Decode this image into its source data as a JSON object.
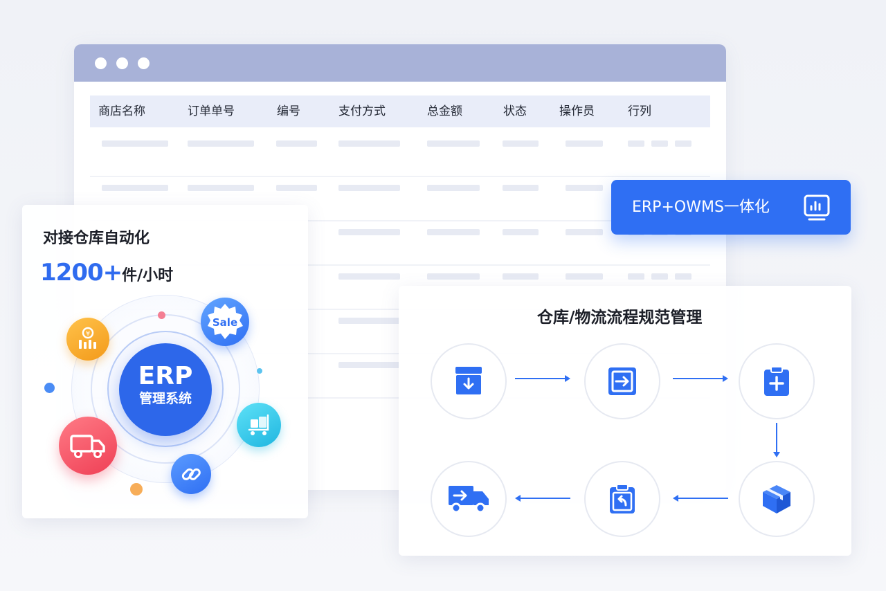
{
  "table": {
    "columns": [
      "商店名称",
      "订单单号",
      "编号",
      "支付方式",
      "总金额",
      "状态",
      "操作员",
      "行列"
    ]
  },
  "left_card": {
    "title": "对接仓库自动化",
    "stat_value": "1200+",
    "stat_unit": "件/小时",
    "core_title": "ERP",
    "core_subtitle": "管理系统",
    "sale_label": "Sale",
    "icons": [
      "money-bar-icon",
      "sale-badge-icon",
      "trolley-icon",
      "link-icon",
      "truck-icon"
    ]
  },
  "badge": {
    "label": "ERP+OWMS一体化",
    "icon": "monitor-chart-icon"
  },
  "process": {
    "title": "仓库/物流流程规范管理",
    "steps": [
      "inbox-download-icon",
      "transfer-box-icon",
      "clipboard-plus-icon",
      "package-icon",
      "clipboard-return-icon",
      "delivery-truck-icon"
    ]
  },
  "colors": {
    "primary": "#2f6ff3",
    "titlebar": "#a8b2d8",
    "table_header": "#e9edf9",
    "orange": "#f6a623",
    "red": "#f0505f",
    "cyan": "#28c2e6"
  }
}
